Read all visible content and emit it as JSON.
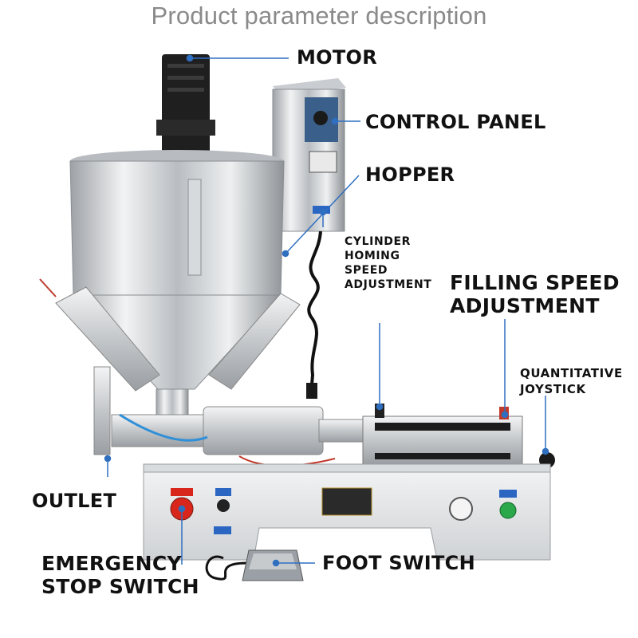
{
  "title": "Product parameter description",
  "labels": {
    "motor": "MOTOR",
    "control_panel": "CONTROL PANEL",
    "hopper": "HOPPER",
    "cylinder_homing": [
      "CYLINDER",
      "HOMING",
      "SPEED",
      "ADJUSTMENT"
    ],
    "filling_speed": [
      "FILLING SPEED",
      "ADJUSTMENT"
    ],
    "quantitative_joystick": [
      "QUANTITATIVE",
      "JOYSTICK"
    ],
    "outlet": "OUTLET",
    "emergency_stop": [
      "EMERGENCY",
      "STOP SWITCH"
    ],
    "foot_switch": "FOOT SWITCH"
  },
  "colors": {
    "leader_line": "#2f6fc0",
    "steel_light": "#e4e6e8",
    "steel_dark": "#8e9296",
    "motor_black": "#1e1e1e",
    "emergency_red": "#d8261c",
    "start_green": "#2aa84a"
  }
}
